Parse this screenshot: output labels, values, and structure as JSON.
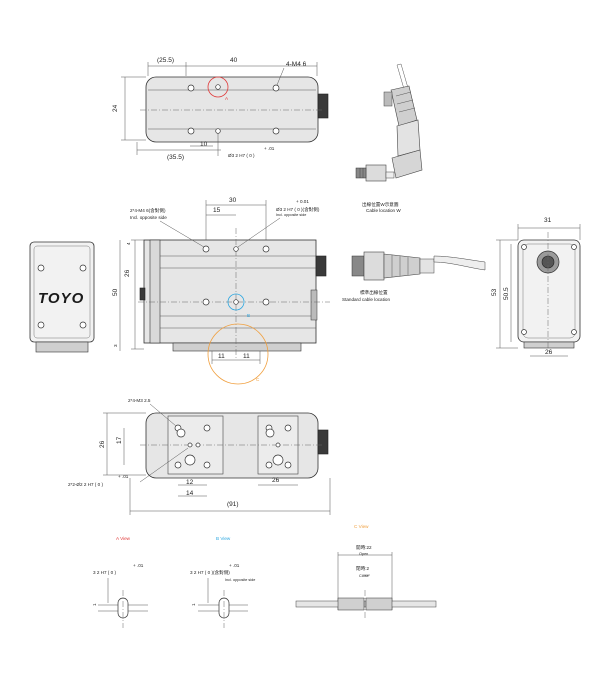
{
  "top_view": {
    "dim_25_5": "(25.5)",
    "dim_40": "40",
    "dim_24": "24",
    "dim_35_5": "(35.5)",
    "dim_10": "10",
    "label_m4": "4-M4  6",
    "label_a_marker": "A",
    "tol_plus": "+ .01",
    "tol_pin": "Ø3  2 H7 (  0  )"
  },
  "cable_w": {
    "label_jp": "出線位置W示意圖",
    "label_en": "Cable location W"
  },
  "front_view": {
    "dim_30": "30",
    "dim_15": "15",
    "label_m4": "2*4-M4  6(含對側)",
    "label_m4_en": "Incl. opposite side",
    "tol_plus": "+ 0.01",
    "tol_pin": "Ø3  2 H7 (  0  )(含對側)",
    "tol_pin_en": "Incl. opposite side",
    "dim_4": "4",
    "dim_26": "26",
    "dim_50": "50",
    "dim_3": "3",
    "dim_11a": "11",
    "dim_11b": "11",
    "label_b_marker": "B",
    "label_c_marker": "C"
  },
  "side_view": {
    "logo_text": "TOYO"
  },
  "standard_cable": {
    "label_jp": "標準出線位置",
    "label_en": "Standard cable location"
  },
  "end_view": {
    "dim_31": "31",
    "dim_53": "53",
    "dim_50_5": "50.5",
    "dim_26": "26"
  },
  "bottom_view": {
    "label_m3": "2*4-M3  2.5",
    "dim_26": "26",
    "dim_17": "17",
    "dim_12": "12",
    "dim_14": "14",
    "dim_26b": "26",
    "dim_91": "(91)",
    "tol_plus": "+ .01",
    "tol_pin": "2*2-Ø2  2 H7 (  0  )"
  },
  "detail_views": {
    "a_title": "A View",
    "b_title": "B View",
    "c_title": "C View",
    "a_plus": "+ .01",
    "a_tol": "3   2 H7 (  0  )",
    "b_plus": "+ .01",
    "b_tol": "3 2 H7 ( 0 )(含對側)",
    "b_tol_en": "Incl. opposite side",
    "c_open": "開時:22",
    "c_open_en": "Open",
    "c_close": "閉時:2",
    "c_close_en": "Close",
    "a_dim": "1",
    "b_dim": "1"
  },
  "colors": {
    "a_marker": "#e03a3a",
    "b_marker": "#2aa6e0",
    "c_marker": "#f0a040"
  }
}
